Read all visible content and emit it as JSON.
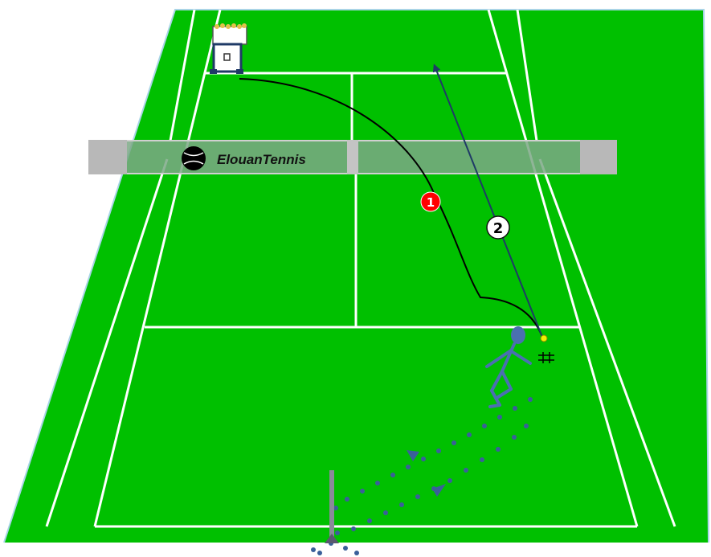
{
  "diagram": {
    "brand": {
      "text": "ElouanTennis",
      "logo_icon": "tennis-ball-icon"
    },
    "step_labels": [
      {
        "text": "1",
        "color": "#ff0000",
        "text_color": "#ffffff"
      },
      {
        "text": "2",
        "color": "#ffffff",
        "text_color": "#000000"
      }
    ],
    "colors": {
      "court": "#00b800",
      "surround": "#00c000",
      "lines": "#ffffff",
      "net_band": "#6fa07a",
      "net_post": "#b8b8b8",
      "ball_path": "#000000",
      "shot_arrow": "#1f3a66",
      "player": "#4a70b0",
      "footwork": "#3a5f9a",
      "ball": "#f0f000",
      "cone": "#6a6a80"
    },
    "icons": {
      "ball_machine": "ball-machine-icon",
      "player": "player-figure-icon",
      "racket": "racket-icon",
      "cone": "cone-icon"
    }
  }
}
